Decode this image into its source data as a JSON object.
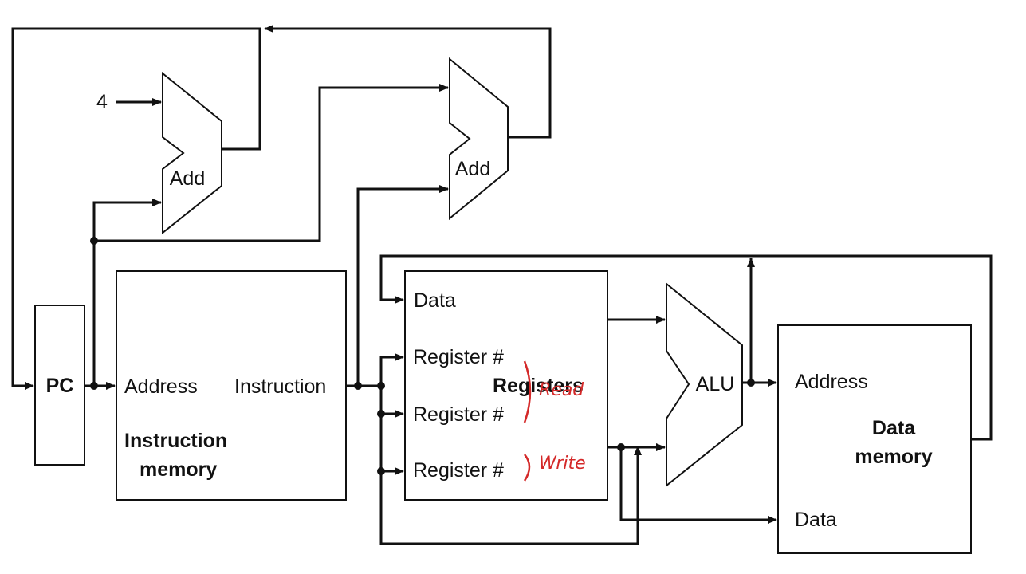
{
  "constant_four": "4",
  "adders": {
    "pc_adder": "Add",
    "branch_adder": "Add"
  },
  "pc": {
    "label": "PC"
  },
  "instruction_memory": {
    "address_label": "Address",
    "instruction_label": "Instruction",
    "title_line1": "Instruction",
    "title_line2": "memory"
  },
  "registers": {
    "data_label": "Data",
    "read_reg1_label": "Register #",
    "read_reg2_label": "Register #",
    "write_reg_label": "Register #",
    "title": "Registers"
  },
  "alu": {
    "label": "ALU"
  },
  "data_memory": {
    "address_label": "Address",
    "data_label": "Data",
    "title_line1": "Data",
    "title_line2": "memory"
  },
  "annotations": {
    "read": "Read",
    "write": "Write"
  },
  "colors": {
    "wire": "#111111",
    "annotation": "#d42828"
  }
}
